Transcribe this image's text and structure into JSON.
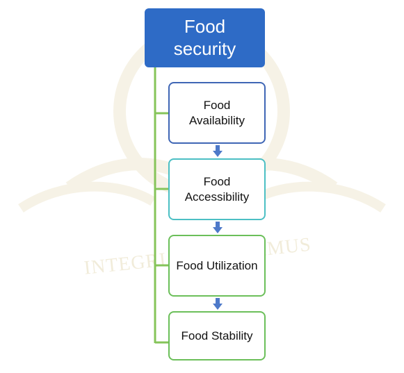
{
  "diagram": {
    "root": {
      "label": "Food security"
    },
    "items": [
      {
        "label": "Food Availability"
      },
      {
        "label": "Food Accessibility"
      },
      {
        "label": "Food Utilization"
      },
      {
        "label": "Food Stability"
      }
    ]
  },
  "watermark": {
    "text": "INTEGRI PROCEDAMUS"
  },
  "colors": {
    "root_fill": "#2e6bc6",
    "connector_green": "#86c45a",
    "arrow_blue": "#4d79c9",
    "availability_border": "#3f66b5",
    "accessibility_border": "#4bbfc4",
    "utilization_border": "#6bbf59",
    "stability_border": "#6bbf59"
  }
}
